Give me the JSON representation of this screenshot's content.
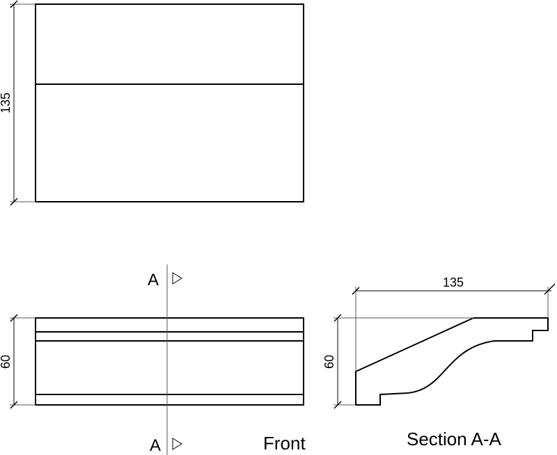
{
  "top_view": {
    "height_dimension": "135"
  },
  "front_view": {
    "height_dimension": "60",
    "section_marker_top": "A",
    "section_marker_bottom": "A",
    "label": "Front"
  },
  "section_view": {
    "width_dimension": "135",
    "height_dimension": "60",
    "label": "Section A-A"
  },
  "colors": {
    "line": "#000000",
    "thin_line": "#555555",
    "background": "#ffffff"
  }
}
